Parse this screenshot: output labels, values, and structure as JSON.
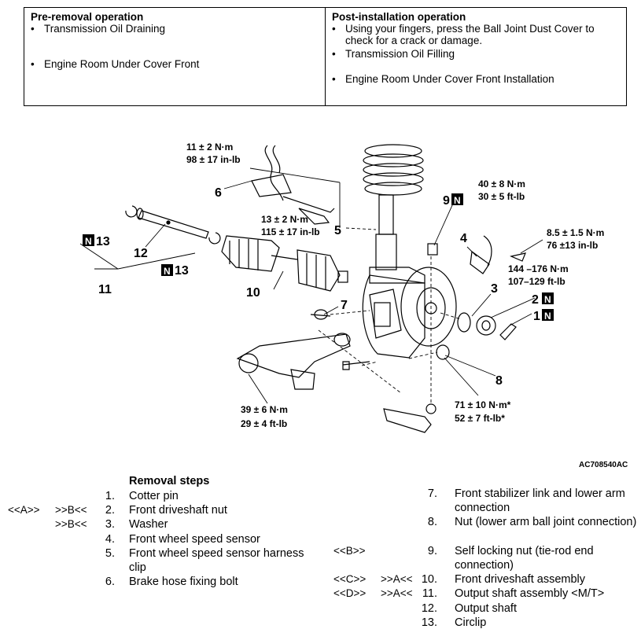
{
  "operations": {
    "pre": {
      "title": "Pre-removal operation",
      "items": [
        "Transmission Oil Draining",
        "Engine Room Under Cover Front"
      ]
    },
    "post": {
      "title": "Post-installation operation",
      "items": [
        "Using your fingers, press the Ball Joint Dust Cover to check for a crack or damage.",
        "Transmission Oil Filling",
        "Engine Room Under Cover Front Installation"
      ]
    }
  },
  "diagram": {
    "torque_6_nm": "11 ± 2 N·m",
    "torque_6_inlb": "98 ± 17 in-lb",
    "torque_5_nm": "13 ± 2 N·m",
    "torque_5_inlb": "115 ± 17 in-lb",
    "torque_9_nm": "40 ± 8 N·m",
    "torque_9_ftlb": "30 ± 5 ft-lb",
    "torque_4_nm": "8.5 ± 1.5 N·m",
    "torque_4_inlb": "76 ±13 in-lb",
    "torque_2_nm": "144 –176 N·m",
    "torque_2_ftlb": "107–129 ft-lb",
    "torque_7_nm": "39 ± 6 N·m",
    "torque_7_ftlb": "29 ± 4 ft-lb",
    "torque_8_nm": "71 ± 10 N·m*",
    "torque_8_ftlb": "52 ± 7 ft-lb*",
    "callouts": {
      "c1": "1",
      "c2": "2",
      "c3": "3",
      "c4": "4",
      "c5": "5",
      "c6": "6",
      "c7": "7",
      "c8": "8",
      "c9": "9",
      "c10": "10",
      "c11": "11",
      "c12": "12",
      "c13a": "13",
      "c13b": "13"
    },
    "n_mark": "N",
    "figure_id": "AC708540AC"
  },
  "removal": {
    "title": "Removal steps",
    "left": [
      {
        "num": "1.",
        "text": "Cotter pin",
        "code1": "",
        "code2": ""
      },
      {
        "num": "2.",
        "text": "Front driveshaft nut",
        "code1": "<<A>>",
        "code2": ">>B<<"
      },
      {
        "num": "3.",
        "text": "Washer",
        "code1": "",
        "code2": ">>B<<"
      },
      {
        "num": "4.",
        "text": "Front wheel speed sensor",
        "code1": "",
        "code2": ""
      },
      {
        "num": "5.",
        "text": "Front wheel speed sensor harness clip",
        "code1": "",
        "code2": ""
      },
      {
        "num": "6.",
        "text": "Brake hose fixing bolt",
        "code1": "",
        "code2": ""
      }
    ],
    "right": [
      {
        "num": "7.",
        "text": "Front stabilizer link and lower arm connection",
        "code1": "",
        "code2": ""
      },
      {
        "num": "8.",
        "text": "Nut (lower arm ball joint connection)",
        "code1": "",
        "code2": ""
      },
      {
        "num": "9.",
        "text": "Self locking nut (tie-rod end connection)",
        "code1": "<<B>>",
        "code2": ""
      },
      {
        "num": "10.",
        "text": "Front driveshaft assembly",
        "code1": "<<C>>",
        "code2": ">>A<<"
      },
      {
        "num": "11.",
        "text": "Output shaft assembly <M/T>",
        "code1": "<<D>>",
        "code2": ">>A<<"
      },
      {
        "num": "12.",
        "text": "Output shaft",
        "code1": "",
        "code2": ""
      },
      {
        "num": "13.",
        "text": "Circlip",
        "code1": "",
        "code2": ""
      }
    ]
  }
}
